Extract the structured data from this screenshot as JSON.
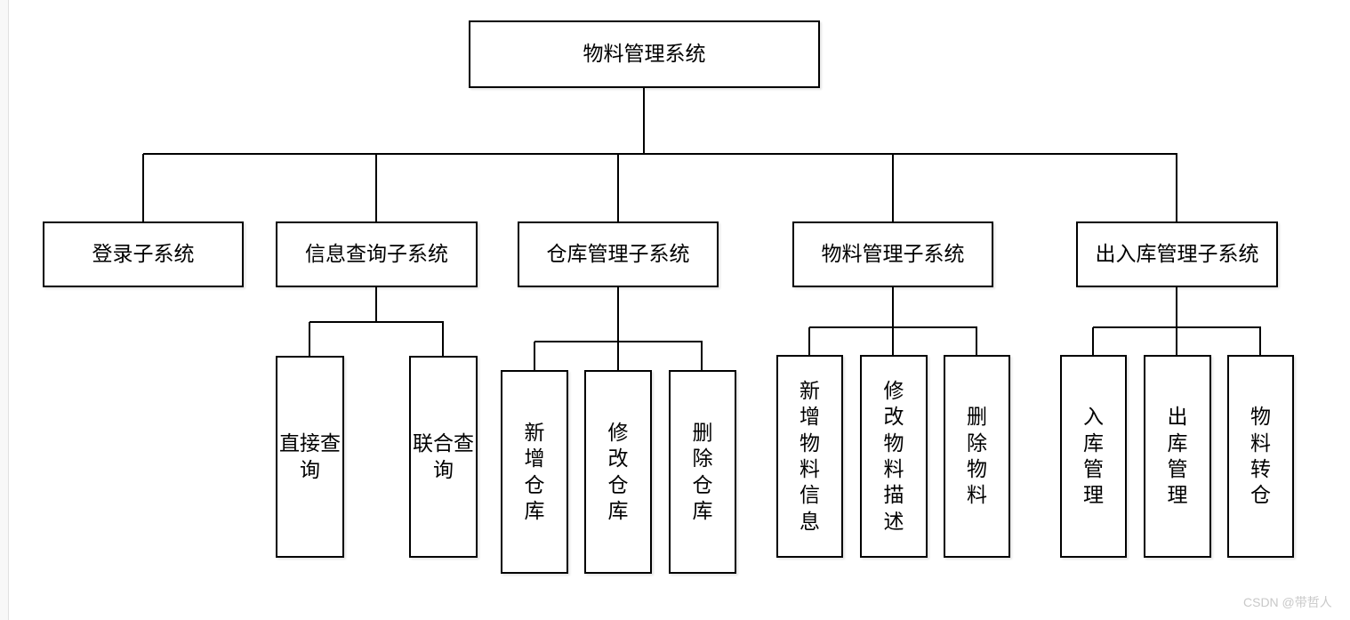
{
  "diagram": {
    "root": {
      "label": "物料管理系统"
    },
    "subsystems": [
      {
        "label": "登录子系统",
        "children": []
      },
      {
        "label": "信息查询子系统",
        "children": [
          "直接查询",
          "联合查询"
        ]
      },
      {
        "label": "仓库管理子系统",
        "children": [
          "新增仓库",
          "修改仓库",
          "删除仓库"
        ]
      },
      {
        "label": "物料管理子系统",
        "children": [
          "新增物料信息",
          "修改物料描述",
          "删除物料"
        ]
      },
      {
        "label": "出入库管理子系统",
        "children": [
          "入库管理",
          "出库管理",
          "物料转仓"
        ]
      }
    ]
  },
  "watermark": {
    "text": "CSDN @带哲人"
  },
  "colors": {
    "line": "#000000",
    "background": "#ffffff",
    "watermark": "#c8c8c8"
  }
}
